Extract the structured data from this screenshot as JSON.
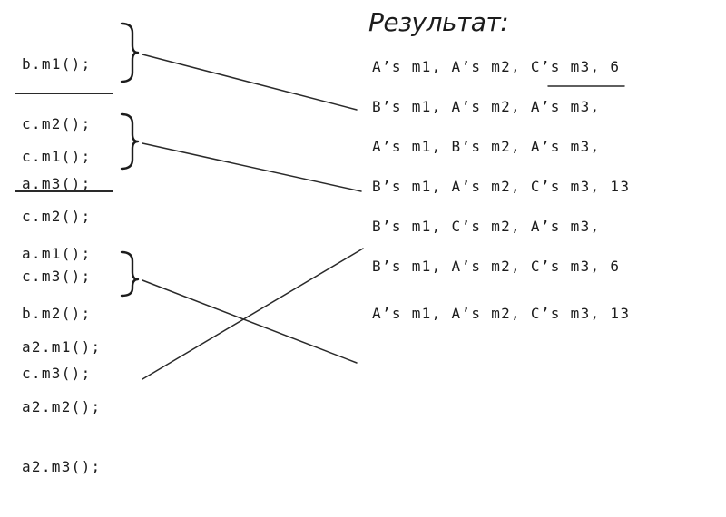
{
  "title": "Результат:",
  "code_groups": [
    {
      "lines": [
        "b.m1();",
        "c.m2();",
        "a.m3();"
      ]
    },
    {
      "lines": [
        "c.m1();",
        "c.m2();",
        "c.m3();"
      ]
    },
    {
      "lines": [
        "a.m1();",
        "b.m2();",
        "c.m3();",
        "",
        "a2.m1();",
        "a2.m2();",
        "a2.m3();"
      ]
    }
  ],
  "results": [
    "A’s m1, A’s m2, C’s m3, 6",
    "B’s m1, A’s m2, A’s m3,",
    "A’s m1, B’s m2, A’s m3,",
    "B’s m1, A’s m2, C’s m3, 13",
    "B’s m1, C’s m2, A’s m3,",
    "B’s m1, A’s m2, C’s m3, 6",
    "A’s m1, A’s m2, C’s m3, 13"
  ],
  "colors": {
    "ink": "#1c1c1c",
    "background": "#ffffff"
  }
}
